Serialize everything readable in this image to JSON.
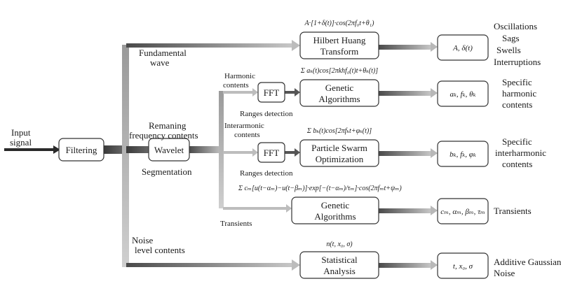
{
  "input": {
    "line1": "Input",
    "line2": "signal"
  },
  "blocks": {
    "filtering": "Filtering",
    "wavelet": "Wavelet",
    "fft1": "FFT",
    "fft2": "FFT",
    "hht": {
      "line1": "Hilbert Huang",
      "line2": "Transform"
    },
    "ga1": {
      "line1": "Genetic",
      "line2": "Algorithms"
    },
    "pso": {
      "line1": "Particle Swarm",
      "line2": "Optimization"
    },
    "ga2": {
      "line1": "Genetic",
      "line2": "Algorithms"
    },
    "stat": {
      "line1": "Statistical",
      "line2": "Analysis"
    }
  },
  "branch_labels": {
    "fundamental": {
      "line1": "Fundamental",
      "line2": "wave"
    },
    "remaining": {
      "line1": "Remaning",
      "line2": "frequency contents"
    },
    "segmentation": "Segmentation",
    "harmonic": {
      "line1": "Harmonic",
      "line2": "contents"
    },
    "ranges1": "Ranges detection",
    "interharmonic": {
      "line1": "Interarmonic",
      "line2": "contents"
    },
    "ranges2": "Ranges detection",
    "transients": "Transients",
    "noise": {
      "line1": "Noise",
      "line2": "level contents"
    }
  },
  "formulas": {
    "hht": "A·[1+δ(t)]·cos(2πf₀t+θ₁)",
    "harmonic": "Σ aₖ(t)cos[2πkhf₀(t)t+θₖ(t)]",
    "interharmonic": "Σ bₖ(t)cos[2πfₖt+φₖ(t)]",
    "transients": "Σ cₘ[u(t−αₘ)−u(t−βₘ)]·exp[−(t−αₘ)/τₘ]·cos(2πfₘt+ψₘ)",
    "noise": "n(t, x₀, σ)"
  },
  "params": {
    "fundamental": "A, δ(t)",
    "harmonic": "aₖ, fₖ, θₖ",
    "interharmonic": "bₖ, fₖ, φₖ",
    "transients": "cₘ, αₘ, βₘ, τₘ",
    "noise": "t, x₀, σ"
  },
  "outputs": {
    "fundamental": [
      "Oscillations",
      "Sags",
      "Swells",
      "Interruptions"
    ],
    "harmonic": {
      "line1": "Specific",
      "line2": "harmonic",
      "line3": "contents"
    },
    "interharmonic": {
      "line1": "Specific",
      "line2": "interharmonic",
      "line3": "contents"
    },
    "transients": "Transients",
    "noise": {
      "line1": "Additive Gaussian",
      "line2": "Noise"
    }
  }
}
